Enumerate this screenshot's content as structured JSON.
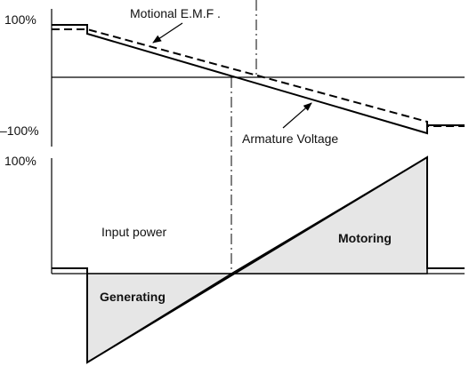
{
  "top_plot": {
    "y_max_label": "100%",
    "y_min_label": "–100%",
    "curve_labels": {
      "motional_emf": "Motional  E.M.F .",
      "armature_voltage": "Armature  Voltage"
    }
  },
  "bottom_plot": {
    "y_max_label": "100%",
    "input_power_label": "Input  power",
    "region_labels": {
      "generating": "Generating",
      "motoring": "Motoring"
    }
  },
  "colors": {
    "line": "#000000",
    "fill": "#e6e6e6"
  }
}
